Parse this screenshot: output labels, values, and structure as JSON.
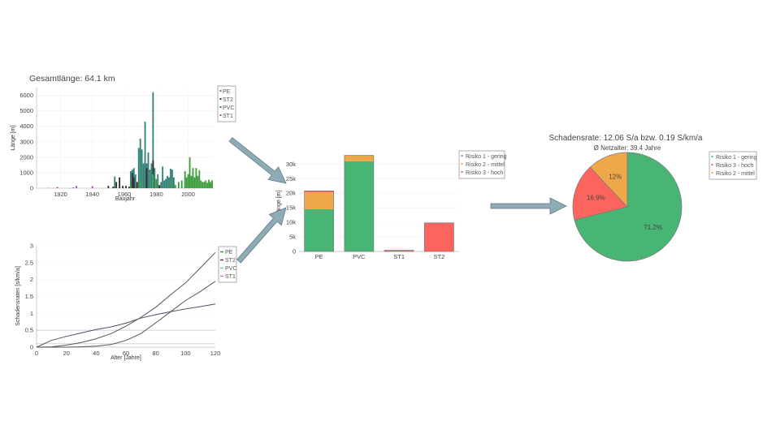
{
  "chart_data": [
    {
      "type": "bar",
      "title": "Gesamtlänge: 64.1 km",
      "xlabel": "Baujahr",
      "ylabel": "Länge [m]",
      "xlim": [
        1905,
        2016
      ],
      "ylim": [
        0,
        6500
      ],
      "xticks": [
        "1920",
        "1940",
        "1960",
        "1980",
        "2000"
      ],
      "yticks": [
        "0",
        "1000",
        "2000",
        "3000",
        "4000",
        "5000",
        "6000"
      ],
      "legend_position": "top-right",
      "grid": true,
      "series": [
        {
          "name": "PVC",
          "color": "#2e7f73",
          "points": [
            [
              1954,
              750
            ],
            [
              1964,
              1100
            ],
            [
              1965,
              1200
            ],
            [
              1966,
              1300
            ],
            [
              1967,
              900
            ],
            [
              1969,
              2600
            ],
            [
              1970,
              3200
            ],
            [
              1971,
              2500
            ],
            [
              1972,
              1600
            ],
            [
              1973,
              4300
            ],
            [
              1974,
              1600
            ],
            [
              1975,
              2300
            ],
            [
              1976,
              1200
            ],
            [
              1977,
              1600
            ],
            [
              1978,
              6200
            ],
            [
              1979,
              1300
            ],
            [
              1981,
              900
            ],
            [
              1983,
              400
            ],
            [
              1984,
              1400
            ],
            [
              1985,
              500
            ],
            [
              1986,
              600
            ],
            [
              1987,
              800
            ],
            [
              1988,
              700
            ],
            [
              1989,
              1250
            ],
            [
              1990,
              1200
            ],
            [
              1991,
              700
            ]
          ]
        },
        {
          "name": "ST2",
          "color": "#2b2b2b",
          "points": [
            [
              1950,
              150
            ],
            [
              1953,
              100
            ],
            [
              1955,
              400
            ],
            [
              1957,
              700
            ],
            [
              1959,
              150
            ],
            [
              1961,
              150
            ],
            [
              1963,
              100
            ],
            [
              1965,
              1000
            ],
            [
              1966,
              700
            ],
            [
              1968,
              400
            ],
            [
              1974,
              1300
            ],
            [
              1978,
              1800
            ],
            [
              1980,
              300
            ],
            [
              1982,
              200
            ]
          ]
        },
        {
          "name": "PE",
          "color": "#3a9a3a",
          "points": [
            [
              1964,
              300
            ],
            [
              1970,
              500
            ],
            [
              1978,
              900
            ],
            [
              1980,
              600
            ],
            [
              1990,
              300
            ],
            [
              1992,
              200
            ],
            [
              1994,
              400
            ],
            [
              1996,
              500
            ],
            [
              1998,
              1100
            ],
            [
              1999,
              700
            ],
            [
              2000,
              900
            ],
            [
              2001,
              2000
            ],
            [
              2002,
              800
            ],
            [
              2003,
              1300
            ],
            [
              2004,
              700
            ],
            [
              2005,
              1300
            ],
            [
              2006,
              800
            ],
            [
              2007,
              1150
            ],
            [
              2008,
              500
            ],
            [
              2009,
              400
            ],
            [
              2010,
              400
            ],
            [
              2011,
              500
            ],
            [
              2012,
              350
            ],
            [
              2013,
              550
            ],
            [
              2014,
              400
            ],
            [
              2015,
              500
            ]
          ]
        },
        {
          "name": "ST1",
          "color": "#b040b0",
          "points": [
            [
              1912,
              20
            ],
            [
              1918,
              80
            ],
            [
              1928,
              50
            ],
            [
              1930,
              150
            ],
            [
              1940,
              130
            ]
          ]
        }
      ]
    },
    {
      "type": "line",
      "xlabel": "Alter [Jahre]",
      "ylabel": "Schadensraten [s/km/a]",
      "xlim": [
        0,
        120
      ],
      "ylim": [
        0,
        3
      ],
      "xticks": [
        "0",
        "20",
        "40",
        "60",
        "80",
        "100",
        "120"
      ],
      "yticks": [
        "0",
        "0.5",
        "1",
        "1.5",
        "2",
        "2.5",
        "3"
      ],
      "hlines": [
        0.5,
        0.1
      ],
      "legend_position": "top-right",
      "legend": [
        {
          "name": "PE",
          "color": "#3a9a3a"
        },
        {
          "name": "ST2",
          "color": "#444444"
        },
        {
          "name": "PVC",
          "color": "#5cc8c0"
        },
        {
          "name": "ST1",
          "color": "#d070d0"
        }
      ],
      "series": [
        {
          "color": "#5a4a66",
          "x": [
            0,
            10,
            20,
            30,
            40,
            50,
            60,
            70,
            80,
            90,
            100,
            110,
            120
          ],
          "y": [
            0,
            0.2,
            0.32,
            0.42,
            0.52,
            0.6,
            0.71,
            0.86,
            0.96,
            1.05,
            1.13,
            1.2,
            1.28
          ]
        },
        {
          "color": "#555555",
          "x": [
            0,
            10,
            20,
            30,
            40,
            50,
            60,
            70,
            80,
            90,
            100,
            110,
            120
          ],
          "y": [
            0,
            0.01,
            0.06,
            0.14,
            0.25,
            0.4,
            0.62,
            0.88,
            1.18,
            1.55,
            1.9,
            2.35,
            2.8
          ]
        },
        {
          "color": "#555555",
          "x": [
            0,
            10,
            20,
            30,
            40,
            50,
            60,
            70,
            80,
            90,
            100,
            110,
            120
          ],
          "y": [
            0,
            0,
            0,
            0.01,
            0.03,
            0.08,
            0.2,
            0.4,
            0.72,
            1.05,
            1.38,
            1.65,
            1.95
          ]
        }
      ]
    },
    {
      "type": "bar",
      "stacked": true,
      "ylabel": "Länge [m]",
      "ylim": [
        0,
        34000
      ],
      "yticks": [
        "0",
        "5k",
        "10k",
        "15k",
        "20k",
        "25k",
        "30k"
      ],
      "categories": [
        "PE",
        "PVC",
        "ST1",
        "ST2"
      ],
      "legend_position": "top-right",
      "series": [
        {
          "name": "Risiko 1 - gering",
          "color": "#48b574",
          "values": [
            14500,
            31000,
            0,
            0
          ]
        },
        {
          "name": "Risiko 2 - mittel",
          "color": "#eea84a",
          "values": [
            5800,
            2000,
            0,
            0
          ]
        },
        {
          "name": "Risiko 3 - hoch",
          "color": "#fc645e",
          "values": [
            500,
            0,
            400,
            9800
          ]
        }
      ]
    },
    {
      "type": "pie",
      "title": "Schadensrate: 12.06 S/a bzw. 0.19 S/km/a",
      "subtitle": "Ø Netzalter: 39.4 Jahre",
      "legend_position": "right",
      "slices": [
        {
          "name": "Risiko 1 - gering",
          "value": 71.2,
          "label": "71.2%",
          "color": "#48b574"
        },
        {
          "name": "Risiko 3 - hoch",
          "value": 16.9,
          "label": "16.9%",
          "color": "#fc645e"
        },
        {
          "name": "Risiko 2 - mittel",
          "value": 12.0,
          "label": "12%",
          "color": "#eea84a"
        }
      ]
    }
  ],
  "arrow_color": "#8fabb5"
}
